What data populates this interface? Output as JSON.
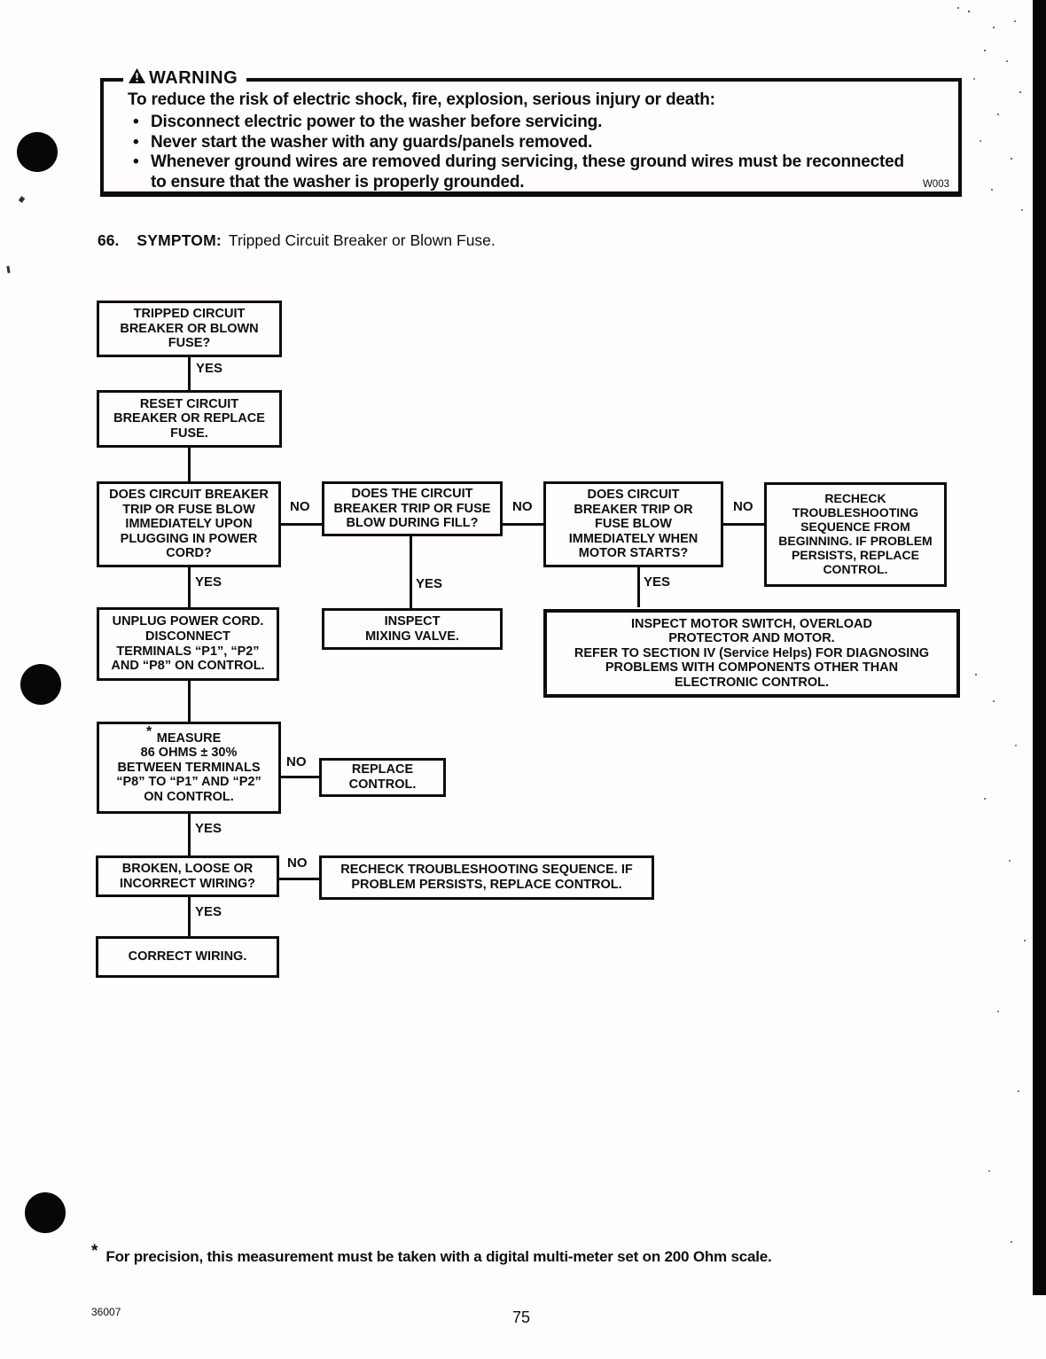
{
  "page": {
    "doc_code": "36007",
    "number": "75"
  },
  "warning": {
    "title": "WARNING",
    "icon": "warning-triangle",
    "intro": "To reduce the risk of electric shock, fire, explosion, serious injury or death:",
    "bullets": [
      "Disconnect electric power to the washer before servicing.",
      "Never start the washer with any guards/panels removed.",
      "Whenever ground wires are removed during servicing, these ground wires must be reconnected to ensure that the washer is properly grounded."
    ],
    "code": "W003"
  },
  "symptom": {
    "number": "66.",
    "label": "SYMPTOM:",
    "text": "Tripped Circuit Breaker or Blown Fuse."
  },
  "flowchart": {
    "labels": {
      "yes": "YES",
      "no": "NO"
    },
    "measure_marker": "*",
    "nodes": [
      {
        "id": "tripped-breaker-question",
        "text": "TRIPPED CIRCUIT\nBREAKER OR BLOWN\nFUSE?"
      },
      {
        "id": "reset-breaker",
        "text": "RESET CIRCUIT\nBREAKER OR REPLACE\nFUSE."
      },
      {
        "id": "trip-on-plug-in-question",
        "text": "DOES CIRCUIT BREAKER\nTRIP OR FUSE BLOW\nIMMEDIATELY UPON\nPLUGGING IN POWER\nCORD?"
      },
      {
        "id": "trip-during-fill-question",
        "text": "DOES THE CIRCUIT\nBREAKER TRIP OR FUSE\nBLOW DURING FILL?"
      },
      {
        "id": "trip-motor-start-question",
        "text": "DOES CIRCUIT\nBREAKER TRIP OR\nFUSE BLOW\nIMMEDIATELY WHEN\nMOTOR STARTS?"
      },
      {
        "id": "recheck-sequence-from-beginning",
        "text": "RECHECK\nTROUBLESHOOTING\nSEQUENCE FROM\nBEGINNING. IF PROBLEM\nPERSISTS, REPLACE\nCONTROL."
      },
      {
        "id": "unplug-disconnect-terminals",
        "text": "UNPLUG POWER CORD.\nDISCONNECT\nTERMINALS “P1”, “P2”\nAND “P8” ON CONTROL."
      },
      {
        "id": "inspect-mixing-valve",
        "text": "INSPECT\nMIXING VALVE."
      },
      {
        "id": "inspect-motor-switch",
        "text": "INSPECT MOTOR SWITCH, OVERLOAD\nPROTECTOR AND MOTOR.\nREFER TO SECTION IV (Service Helps) FOR DIAGNOSING\nPROBLEMS WITH COMPONENTS OTHER THAN\nELECTRONIC CONTROL."
      },
      {
        "id": "measure-ohms",
        "text": "MEASURE\n86 OHMS ± 30%\nBETWEEN TERMINALS\n“P8” TO “P1” AND “P2”\nON CONTROL."
      },
      {
        "id": "replace-control",
        "text": "REPLACE\nCONTROL."
      },
      {
        "id": "broken-wiring-question",
        "text": "BROKEN, LOOSE OR\nINCORRECT WIRING?"
      },
      {
        "id": "correct-wiring",
        "text": "CORRECT WIRING."
      },
      {
        "id": "recheck-replace-control",
        "text": "RECHECK TROUBLESHOOTING SEQUENCE. IF\nPROBLEM PERSISTS, REPLACE CONTROL."
      }
    ]
  },
  "footnote": {
    "marker": "*",
    "text": "For precision, this measurement must be taken with a digital multi-meter set on 200 Ohm scale."
  }
}
